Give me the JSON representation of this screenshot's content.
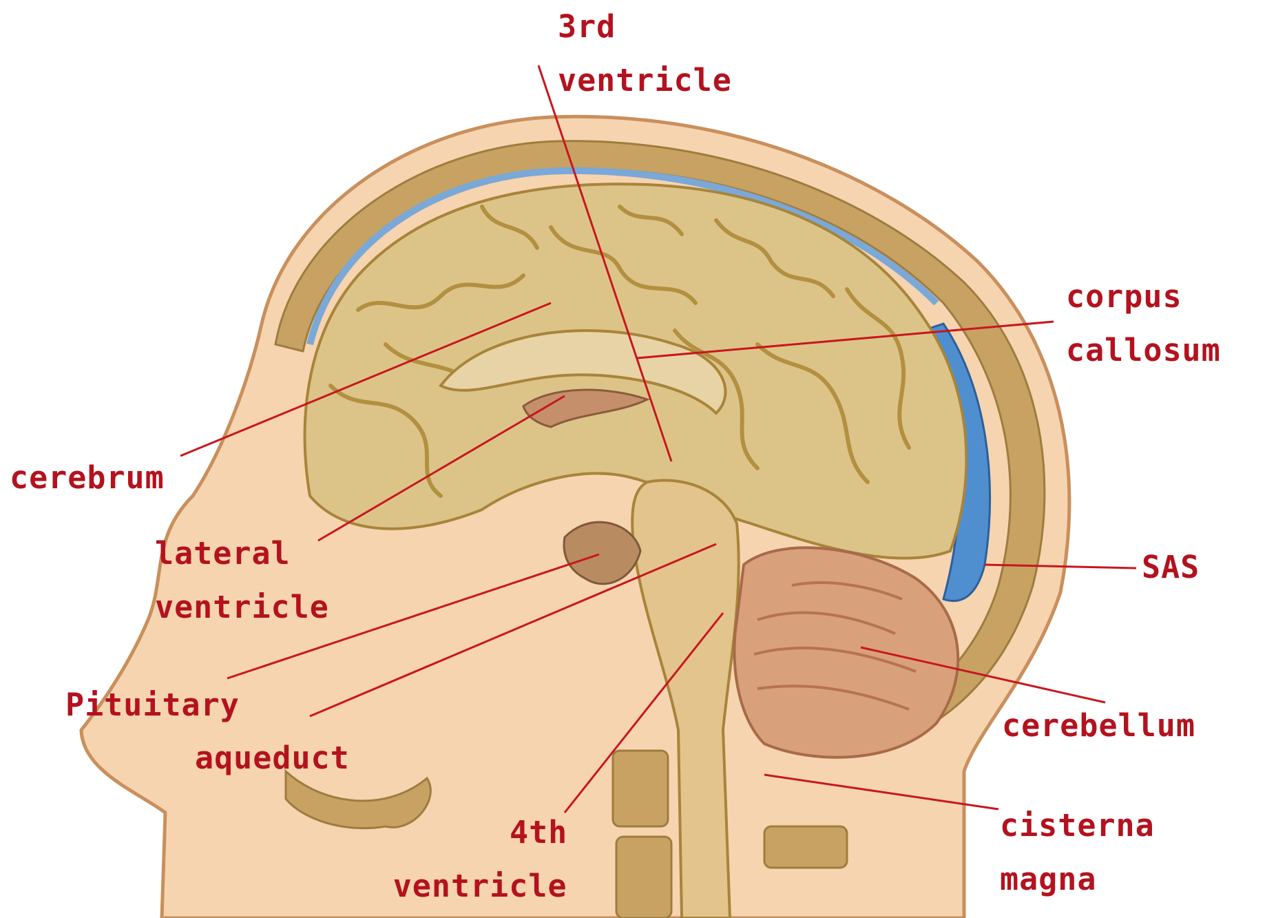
{
  "colors": {
    "label": "#b3121e",
    "leader_line": "#c8161e",
    "skin": "#f6d4b0",
    "skin_outline": "#c98f5c",
    "skull_bone": "#c8a262",
    "brain": "#dcc489",
    "brain_fold": "#b39040",
    "csf": "#4f8fd0",
    "cerebellum": "#d9a07c",
    "brainstem": "#e3c48c"
  },
  "labels": {
    "third_ventricle": [
      "3rd",
      "ventricle"
    ],
    "corpus_callosum": [
      "corpus",
      "callosum"
    ],
    "cerebrum": [
      "cerebrum"
    ],
    "lateral_ventricle": [
      "lateral",
      "ventricle"
    ],
    "sas": [
      "SAS"
    ],
    "pituitary": [
      "Pituitary"
    ],
    "aqueduct": [
      "aqueduct"
    ],
    "cerebellum": [
      "cerebellum"
    ],
    "fourth_ventricle": [
      "4th",
      "ventricle"
    ],
    "cisterna_magna": [
      "cisterna",
      "magna"
    ]
  }
}
